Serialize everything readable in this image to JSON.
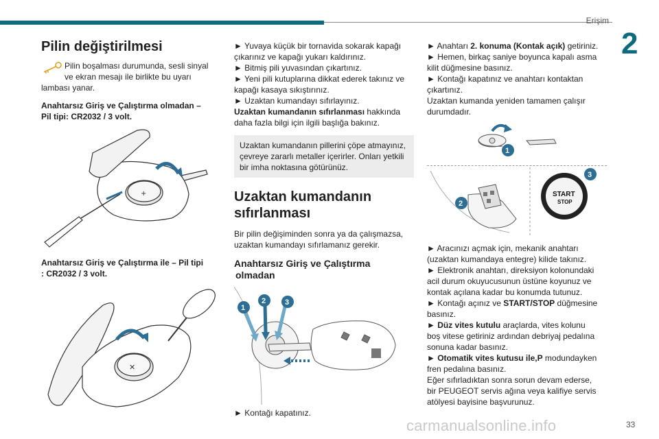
{
  "header": {
    "section": "Erişim",
    "chapter": "2",
    "page": "33",
    "watermark": "carmanualsonline.info"
  },
  "col1": {
    "title": "Pilin değiştirilmesi",
    "note_first": "Pilin boşalması durumunda, sesli sinyal",
    "note_second": "ve ekran mesajı ile birlikte bu uyarı",
    "note_third": "lambası yanar.",
    "sub1_a": "Anahtarsız Giriş ve Çalıştırma olmadan –",
    "sub1_b": "Pil tipi: CR2032 / 3 volt.",
    "sub2_a": "Anahtarsız Giriş ve Çalıştırma ile – Pil tipi",
    "sub2_b": ": CR2032 / 3 volt."
  },
  "col2": {
    "l1": "► Yuvaya küçük bir tornavida sokarak kapağı",
    "l2": "çıkarınız ve kapağı yukarı kaldırınız.",
    "l3": "► Bitmiş pili yuvasından çıkartınız.",
    "l4": "► Yeni pili kutuplarına dikkat ederek takınız ve",
    "l5": "kapağı kasaya sıkıştırınız.",
    "l6": "► Uzaktan kumandayı sıfırlayınız.",
    "l7_bold": "Uzaktan kumandanın sıfırlanması",
    "l7_rest": " hakkında",
    "l8": "daha fazla bilgi için ilgili başlığa bakınız.",
    "box1": "Uzaktan kumandanın pillerini çöpe atmayınız,",
    "box2": "çevreye zararlı metaller içerirler. Onları yetkili",
    "box3": "bir imha noktasına götürünüz.",
    "title_a": "Uzaktan kumandanın",
    "title_b": "sıfırlanması",
    "p1": "Bir pilin değişiminden sonra ya da çalışmazsa,",
    "p2": "uzaktan kumandayı sıfırlamanız gerekir.",
    "sub_a": "Anahtarsız Giriş ve Çalıştırma",
    "sub_b": "olmadan",
    "step": "► Kontağı kapatınız."
  },
  "col3": {
    "a1_pre": "► Anahtarı ",
    "a1_bold": "2. konuma (Kontak açık)",
    "a1_post": " getiriniz.",
    "a2": "► Hemen, birkaç saniye boyunca kapalı asma",
    "a3": "kilit düğmesine basınız.",
    "a4": "► Kontağı kapatınız ve anahtarı kontaktan",
    "a5": "çıkartınız.",
    "a6": "Uzaktan kumanda yeniden tamamen çalışır",
    "a7": "durumdadır.",
    "b1": "► Aracınızı açmak için, mekanik anahtarı",
    "b2": "(uzaktan kumandaya entegre) kilide takınız.",
    "b3": "► Elektronik anahtarı, direksiyon kolonundaki",
    "b4": "acil durum okuyucusunun üstüne koyunuz ve",
    "b5": "kontak açılana kadar bu konumda tutunuz.",
    "b6_pre": "► Kontağı açınız ve ",
    "b6_bold": "START/STOP",
    "b6_post": " düğmesine",
    "b7": "basınız.",
    "b8_bold": "► Düz vites kutulu",
    "b8_rest": " araçlarda, vites kolunu",
    "b9": "boş vitese getiriniz ardından debriyaj pedalına",
    "b10": "sonuna kadar basınız.",
    "b11_bold": "► Otomatik vites kutusu ile,P",
    "b11_rest": " modundayken",
    "b12": "fren pedalına basınız.",
    "b13": "Eğer sıfırladıktan sonra sorun devam ederse,",
    "b14": "bir PEUGEOT servis ağına veya kalifiye servis",
    "b15": "atölyesi bayisine başvurunuz."
  },
  "figures": {
    "callout_1": "1",
    "callout_2": "2",
    "callout_3": "3",
    "start_label": "START",
    "stop_label": "STOP"
  },
  "colors": {
    "accent": "#0f6a7d",
    "callout": "#2d6f94",
    "box": "#ececec"
  }
}
